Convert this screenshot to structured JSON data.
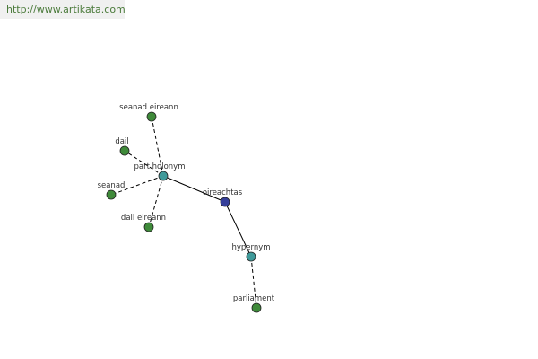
{
  "banner": {
    "url": "http://www.artikata.com"
  },
  "graph": {
    "colors": {
      "leaf": "#3f8a3a",
      "relation": "#3f9a9a",
      "center": "#353f9a",
      "stroke": "#222222",
      "edge": "#000000"
    },
    "nodes": [
      {
        "id": "oireachtas",
        "label": "oireachtas",
        "kind": "center"
      },
      {
        "id": "part-holonym",
        "label": "part holonym",
        "kind": "relation"
      },
      {
        "id": "hypernym",
        "label": "hypernym",
        "kind": "relation"
      },
      {
        "id": "seanad-eireann",
        "label": "seanad eireann",
        "kind": "leaf"
      },
      {
        "id": "dail",
        "label": "dail",
        "kind": "leaf"
      },
      {
        "id": "seanad",
        "label": "seanad",
        "kind": "leaf"
      },
      {
        "id": "dail-eireann",
        "label": "dail eireann",
        "kind": "leaf"
      },
      {
        "id": "parliament",
        "label": "parliament",
        "kind": "leaf"
      }
    ],
    "edges": [
      {
        "from": "oireachtas",
        "to": "part-holonym",
        "style": "solid"
      },
      {
        "from": "oireachtas",
        "to": "hypernym",
        "style": "solid"
      },
      {
        "from": "part-holonym",
        "to": "seanad-eireann",
        "style": "dashed"
      },
      {
        "from": "part-holonym",
        "to": "dail",
        "style": "dashed"
      },
      {
        "from": "part-holonym",
        "to": "seanad",
        "style": "dashed"
      },
      {
        "from": "part-holonym",
        "to": "dail-eireann",
        "style": "dashed"
      },
      {
        "from": "hypernym",
        "to": "parliament",
        "style": "dashed"
      }
    ]
  }
}
